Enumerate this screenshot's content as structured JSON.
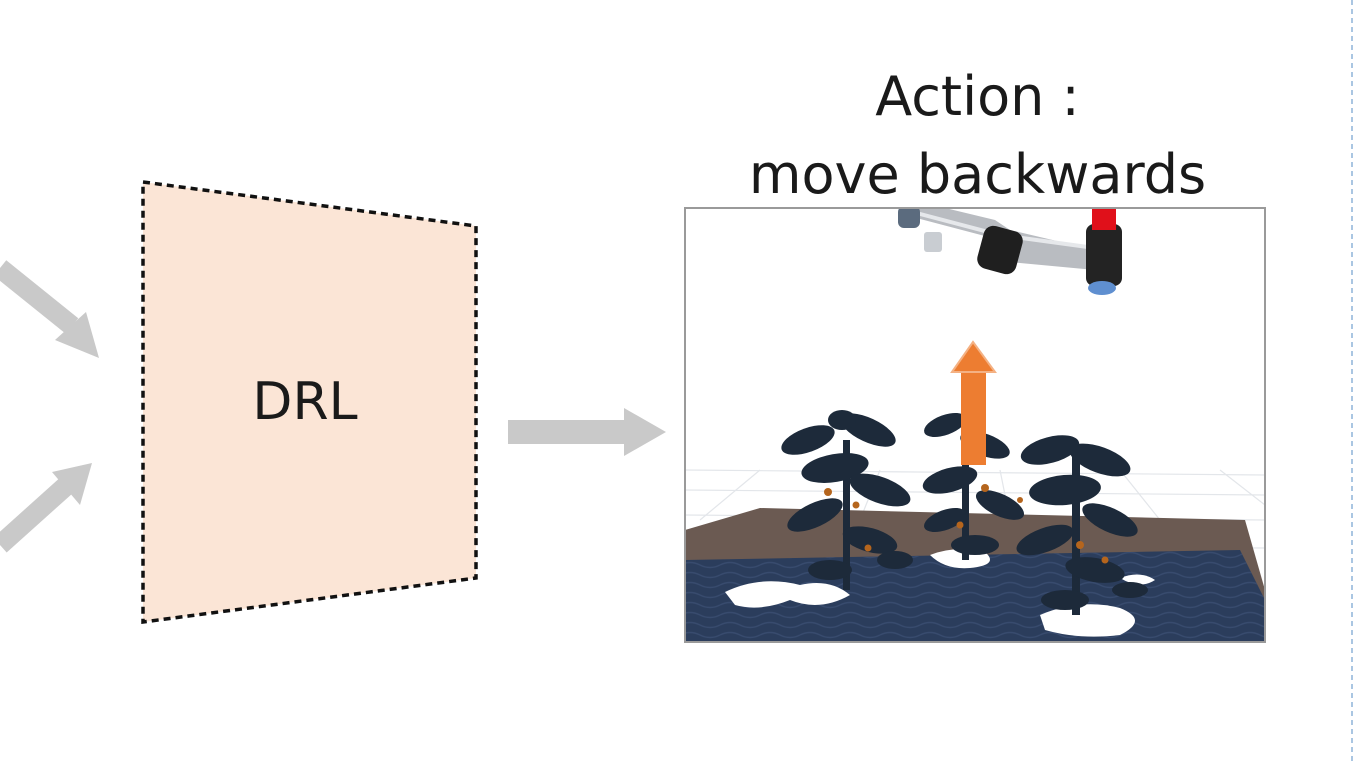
{
  "drl_block": {
    "label": "DRL",
    "fill": "#fbe5d6"
  },
  "action": {
    "line1": "Action :",
    "line2": "move backwards"
  },
  "colors": {
    "arrow_gray": "#c9c9c9",
    "action_arrow": "#ed7d31",
    "floor": "#2b3d5c",
    "plant": "#1d2a3a",
    "gripper_red": "#e0101a"
  },
  "scene": {
    "description_icon": "robot-arm-over-tomato-plants"
  }
}
